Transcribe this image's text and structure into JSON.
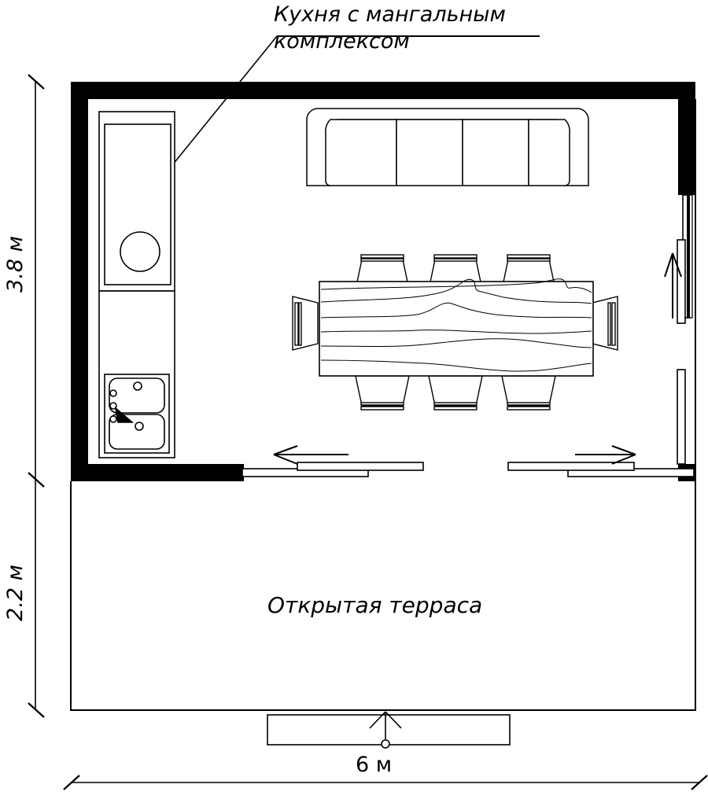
{
  "drawing": {
    "type": "architectural-floor-plan",
    "units": "м",
    "background_color": "#ffffff",
    "line_color": "#000000",
    "wall_fill_color": "#000000"
  },
  "labels": {
    "kitchen_label": "Кухня с мангальным комплексом",
    "terrace_label": "Открытая терраса"
  },
  "dimensions": {
    "left_upper": "3.8 м",
    "left_lower": "2.2 м",
    "bottom": "6  м"
  },
  "rooms": [
    {
      "name": "kitchen-bbq-room",
      "label": "Кухня с мангальным комплексом",
      "depth": "3.8 м",
      "width": "6 м"
    },
    {
      "name": "open-terrace",
      "label": "Открытая терраса",
      "depth": "2.2 м",
      "width": "6 м"
    }
  ],
  "furniture": [
    {
      "name": "bbq-grill-unit",
      "icon": "grill-icon"
    },
    {
      "name": "kitchen-sink-unit",
      "icon": "double-sink-icon"
    },
    {
      "name": "sofa",
      "icon": "sofa-icon",
      "cushions": 4
    },
    {
      "name": "dining-table",
      "icon": "wood-table-icon"
    },
    {
      "name": "dining-chairs",
      "icon": "chair-icon",
      "count": 8
    },
    {
      "name": "entrance-step",
      "icon": "step-icon"
    }
  ],
  "doors": [
    {
      "name": "sliding-door-left",
      "direction": "left",
      "icon": "arrow-left-icon"
    },
    {
      "name": "sliding-door-right",
      "direction": "right",
      "icon": "arrow-right-icon"
    },
    {
      "name": "sliding-door-east",
      "direction": "up",
      "icon": "arrow-up-icon"
    }
  ]
}
